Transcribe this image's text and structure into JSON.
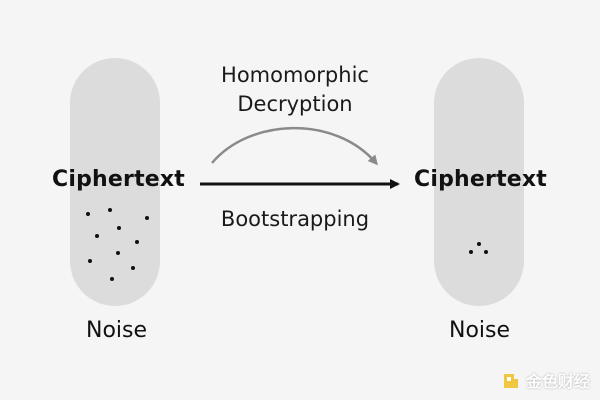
{
  "left": {
    "title": "Ciphertext",
    "caption": "Noise"
  },
  "right": {
    "title": "Ciphertext",
    "caption": "Noise"
  },
  "arrows": {
    "top_label_line1": "Homomorphic",
    "top_label_line2": "Decryption",
    "bottom_label": "Bootstrapping"
  },
  "watermark": {
    "text": "金色财经"
  },
  "colors": {
    "pill": "#dcdcdc",
    "curved_arrow": "#8a8a8a",
    "main_arrow": "#111111",
    "background": "#f5f5f5",
    "watermark_accent": "#f0b90b"
  }
}
